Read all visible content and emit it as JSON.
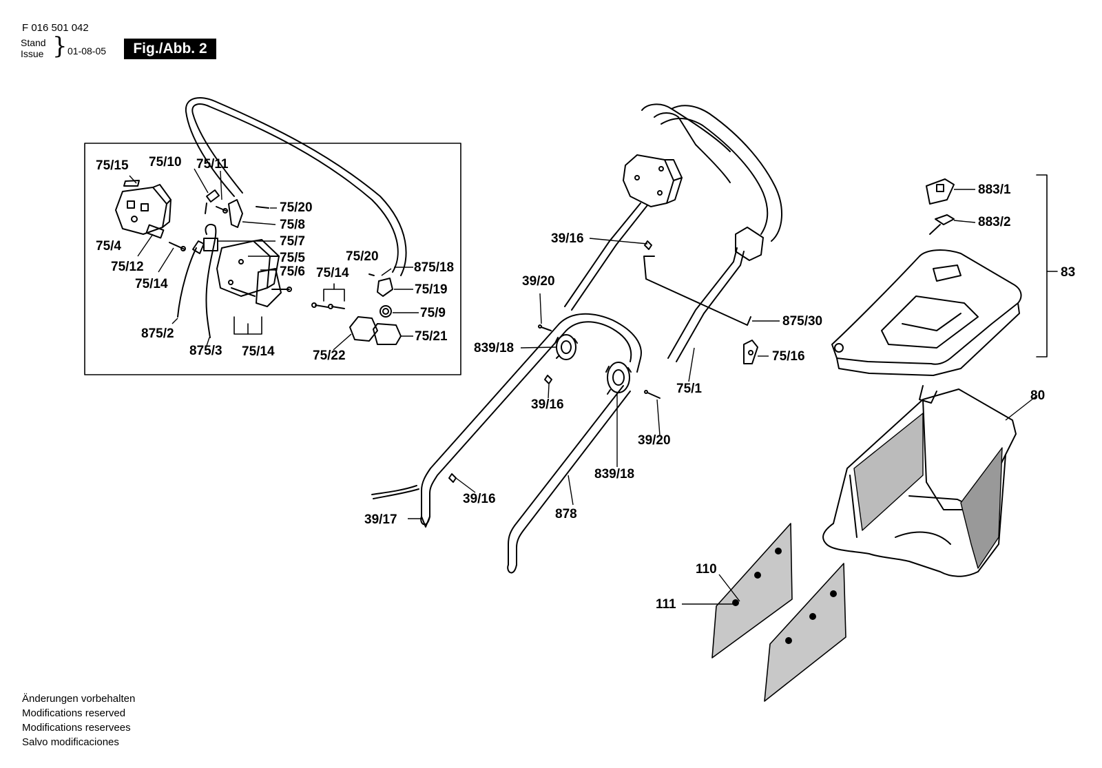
{
  "header": {
    "part_number": "F 016 501 042",
    "stand_label": "Stand",
    "issue_label": "Issue",
    "brace": "}",
    "date": "01-08-05",
    "figure_label": "Fig./Abb. 2"
  },
  "footer": {
    "notes": [
      "Änderungen vorbehalten",
      "Modifications reserved",
      "Modifications reservees",
      "Salvo modificaciones"
    ]
  },
  "diagram": {
    "callouts": [
      "75/15",
      "75/10",
      "75/11",
      "75/20",
      "75/8",
      "75/7",
      "75/4",
      "75/5",
      "75/6",
      "75/12",
      "75/14",
      "875/2",
      "875/3",
      "75/14",
      "75/20",
      "875/18",
      "75/14",
      "75/19",
      "75/9",
      "75/21",
      "75/22",
      "39/16",
      "39/20",
      "839/18",
      "39/16",
      "39/20",
      "839/18",
      "39/16",
      "39/17",
      "878",
      "875/30",
      "75/16",
      "75/1",
      "883/1",
      "883/2",
      "83",
      "80",
      "110",
      "111"
    ]
  }
}
